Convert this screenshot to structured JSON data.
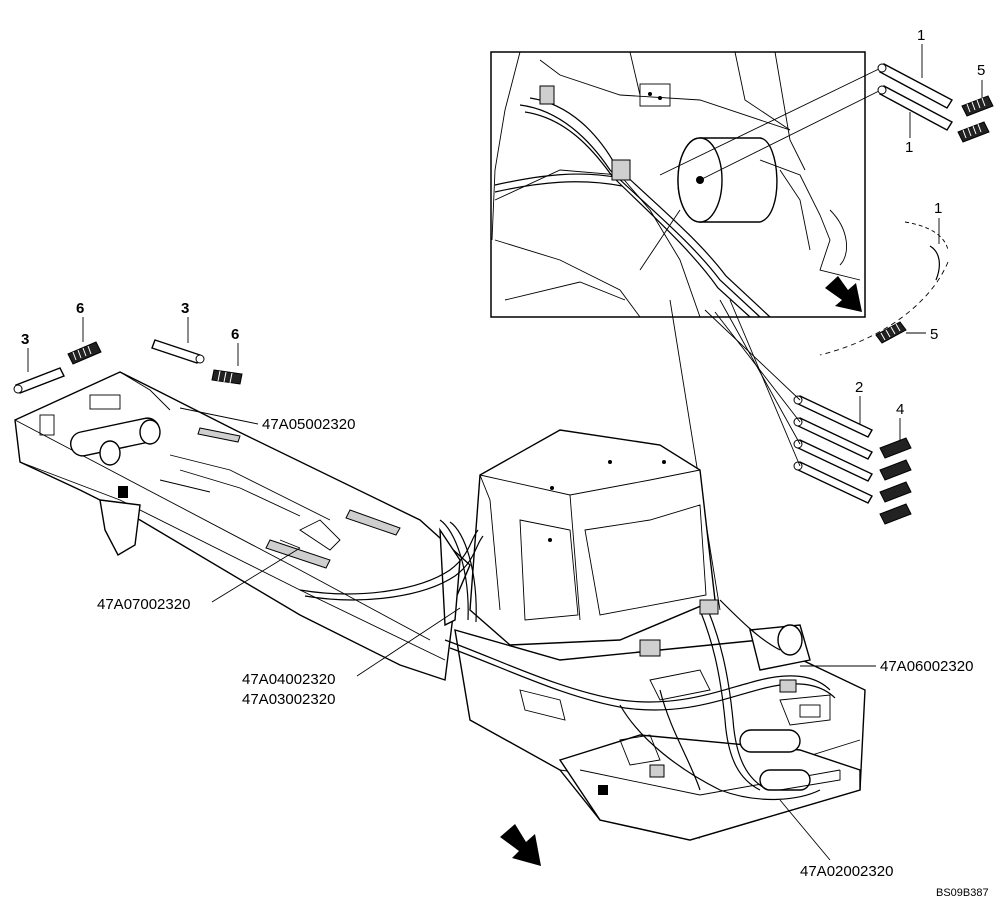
{
  "labels": {
    "part_1_top": "1",
    "part_1_top_lower": "1",
    "part_1_mid": "1",
    "part_5_top": "5",
    "part_5_mid": "5",
    "part_2": "2",
    "part_4": "4",
    "part_3_left": "3",
    "part_6_left": "6",
    "part_3_mid": "3",
    "part_6_mid": "6"
  },
  "part_numbers": {
    "p_47A05002320": "47A05002320",
    "p_47A07002320": "47A07002320",
    "p_47A04002320": "47A04002320",
    "p_47A03002320": "47A03002320",
    "p_47A06002320": "47A06002320",
    "p_47A02002320": "47A02002320"
  },
  "drawing_ref": "BS09B387"
}
